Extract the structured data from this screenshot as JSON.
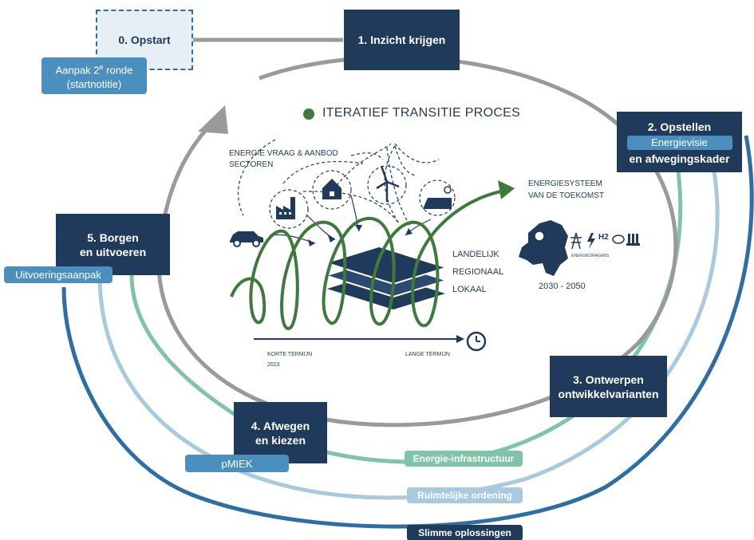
{
  "colors": {
    "navy": "#1f3a5a",
    "green": "#3f7a3c",
    "teal": "#7fc4a8",
    "light_blue": "#a9c9df",
    "blue": "#2d6fa3",
    "pill_blue": "#4b8fbf",
    "grey": "#9a9a9a",
    "start_fill": "#e6eef6"
  },
  "steps": {
    "s0": "0. Opstart",
    "s1": "1. Inzicht krijgen",
    "s2_line1": "2. Opstellen",
    "s2_tag": "Energievisie",
    "s2_line2": "en afwegingskader",
    "s3_line1": "3. Ontwerpen",
    "s3_line2": "ontwikkelvarianten",
    "s4_line1": "4. Afwegen",
    "s4_line2": "en kiezen",
    "s5_line1": "5. Borgen",
    "s5_line2": "en uitvoeren"
  },
  "tags": {
    "aanpak_prefix": "Aanpak 2",
    "aanpak_sup": "e",
    "aanpak_suffix": " ronde",
    "aanpak_line2": "(startnotitie)",
    "uitvoering": "Uitvoeringsaanpak",
    "pmiek": "pMIEK"
  },
  "tracks": {
    "energie": "Energie-infrastructuur",
    "ruimtelijk": "Ruimtelijke ordening",
    "slimme": "Slimme oplossingen"
  },
  "center": {
    "title": "ITERATIEF TRANSITIE PROCES",
    "sectors_line1": "ENERGIE VRAAG & AANBOD",
    "sectors_line2": "SECTOREN",
    "future_line1": "ENERGIESYSTEEM",
    "future_line2": "VAN DE TOEKOMST",
    "energy_carriers": "ENERGIEDRAGERS",
    "h2_label": "H2",
    "years": "2030 - 2050",
    "layers": [
      "LANDELIJK",
      "REGIONAAL",
      "LOKAAL"
    ],
    "short_term": "KORTE TERMIJN",
    "short_year": "2023",
    "long_term": "LANGE TERMIJN"
  }
}
